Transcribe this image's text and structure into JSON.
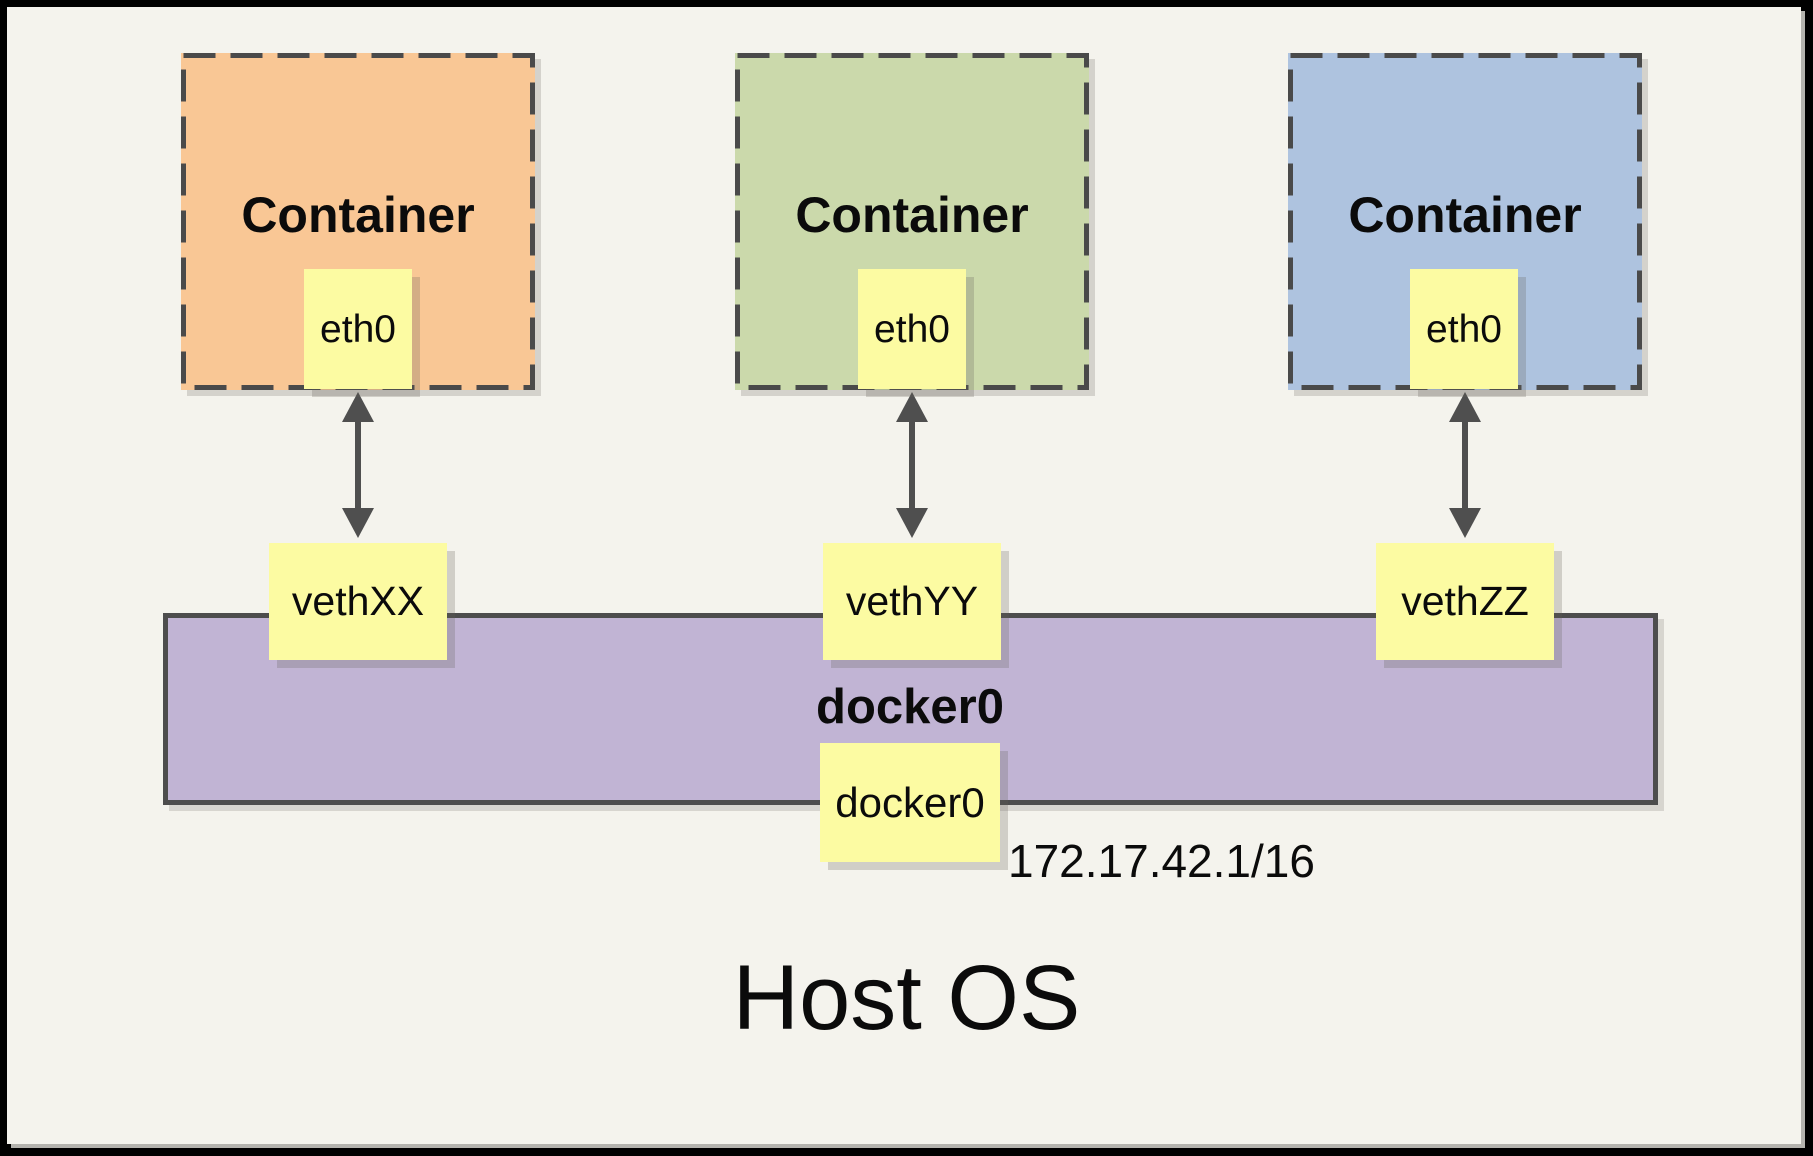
{
  "title": "Host OS",
  "colors": {
    "page_background": "#f4f3ed",
    "note_yellow": "#fcfba2",
    "bridge_purple": "#c1b4d4",
    "border_gray": "#4a4a4a",
    "arrow_gray": "#4f4f4f",
    "container_orange": "#f9c795",
    "container_green": "#cbd9ab",
    "container_blue": "#aec3df"
  },
  "containers": [
    {
      "label": "Container",
      "interface": "eth0",
      "veth": "vethXX",
      "fill": "#f9c795"
    },
    {
      "label": "Container",
      "interface": "eth0",
      "veth": "vethYY",
      "fill": "#cbd9ab"
    },
    {
      "label": "Container",
      "interface": "eth0",
      "veth": "vethZZ",
      "fill": "#aec3df"
    }
  ],
  "bridge": {
    "label": "docker0",
    "interface": "docker0",
    "ip": "172.17.42.1/16",
    "fill": "#c1b4d4"
  }
}
